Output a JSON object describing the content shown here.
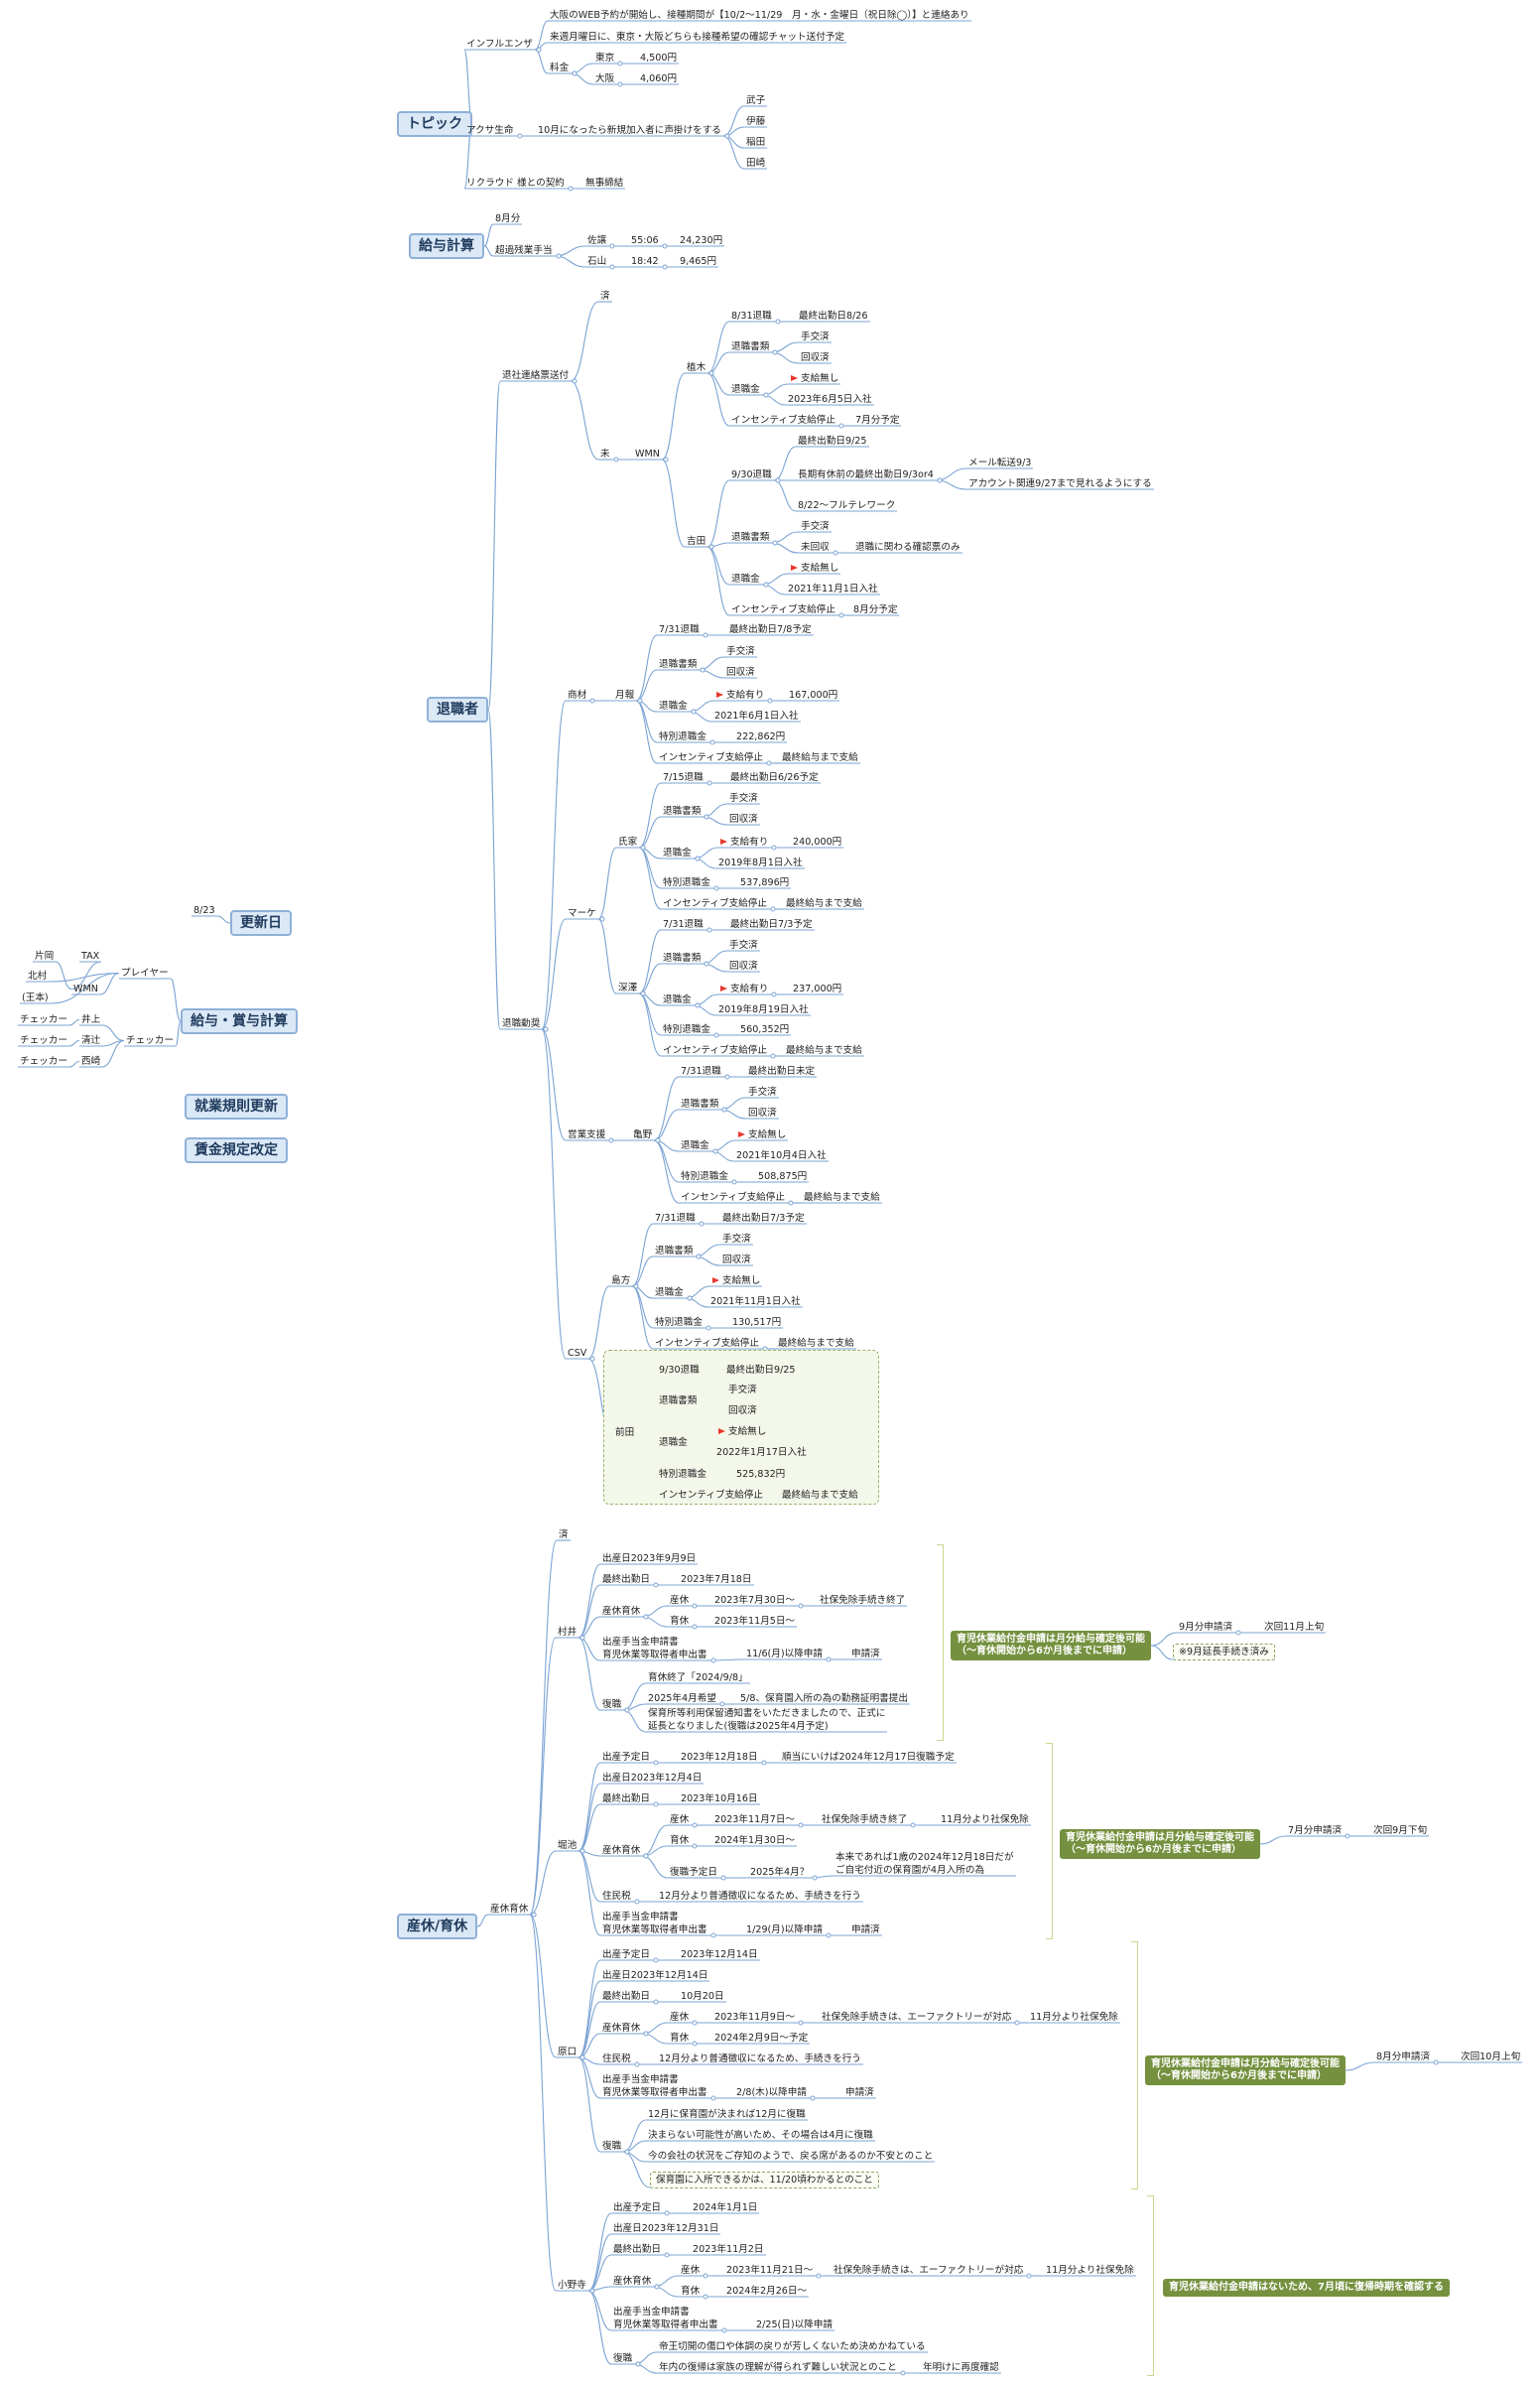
{
  "root": "労務",
  "colors": {
    "line": "#7ba3d3",
    "branch_fill": "#dbe8f6",
    "callout": "#75913f",
    "flag": "#e8382e",
    "group_fill": "#f4f8eb"
  },
  "icons": {
    "flag": "red-flag-icon",
    "dot": "connector-dot"
  },
  "nodes": [
    {
      "id": "topic",
      "text": "トピック",
      "style": "br"
    },
    {
      "id": "flu",
      "text": "インフルエンザ"
    },
    {
      "id": "flu1",
      "text": "大阪のWEB予約が開始し、接種期間が【10/2〜11/29　月・水・金曜日（祝日除◯）】と連絡あり"
    },
    {
      "id": "flu2",
      "text": "来週月曜日に、東京・大阪どちらも接種希望の確認チャット送付予定"
    },
    {
      "id": "fee",
      "text": "料金"
    },
    {
      "id": "tokyo",
      "text": "東京"
    },
    {
      "id": "tokyo_v",
      "text": "4,500円"
    },
    {
      "id": "osaka",
      "text": "大阪"
    },
    {
      "id": "osaka_v",
      "text": "4,060円"
    },
    {
      "id": "asahi",
      "text": "アクサ生命"
    },
    {
      "id": "asahi1",
      "text": "10月になったら新規加入者に声掛けをする"
    },
    {
      "id": "p1",
      "text": "武子"
    },
    {
      "id": "p2",
      "text": "伊藤"
    },
    {
      "id": "p3",
      "text": "稲田"
    },
    {
      "id": "p4",
      "text": "田崎"
    },
    {
      "id": "rec",
      "text": "リクラウド 様との契約"
    },
    {
      "id": "rec1",
      "text": "無事締結"
    },
    {
      "id": "pay",
      "text": "給与計算",
      "style": "br"
    },
    {
      "id": "pay_m",
      "text": "8月分"
    },
    {
      "id": "ot",
      "text": "超過残業手当"
    },
    {
      "id": "ot_a",
      "text": "佐譲"
    },
    {
      "id": "ot_a1",
      "text": "55:06"
    },
    {
      "id": "ot_a2",
      "text": "24,230円"
    },
    {
      "id": "ot_b",
      "text": "石山"
    },
    {
      "id": "ot_b1",
      "text": "18:42"
    },
    {
      "id": "ot_b2",
      "text": "9,465円"
    },
    {
      "id": "ret",
      "text": "退職者",
      "style": "br"
    },
    {
      "id": "send",
      "text": "退社連絡票送付"
    },
    {
      "id": "done",
      "text": "済"
    },
    {
      "id": "undone",
      "text": "未"
    },
    {
      "id": "wmn",
      "text": "WMN"
    },
    {
      "id": "tsuge",
      "text": "植木"
    },
    {
      "id": "ts1",
      "text": "8/31退職"
    },
    {
      "id": "ts1v",
      "text": "最終出勤日8/26"
    },
    {
      "id": "ts2",
      "text": "退職書類"
    },
    {
      "id": "ts2a",
      "text": "手交済"
    },
    {
      "id": "ts2b",
      "text": "回収済"
    },
    {
      "id": "ts3",
      "text": "退職金"
    },
    {
      "id": "ts3a",
      "text": "支給無し",
      "flag": true
    },
    {
      "id": "ts3b",
      "text": "2023年6月5日入社"
    },
    {
      "id": "ts4",
      "text": "インセンティブ支給停止"
    },
    {
      "id": "ts4v",
      "text": "7月分予定"
    },
    {
      "id": "yoshi",
      "text": "吉田"
    },
    {
      "id": "ys1",
      "text": "9/30退職"
    },
    {
      "id": "ys1a",
      "text": "最終出勤日9/25"
    },
    {
      "id": "ys1b",
      "text": "長期有休前の最終出勤日9/3or4"
    },
    {
      "id": "ys1b1",
      "text": "メール転送9/3"
    },
    {
      "id": "ys1b2",
      "text": "アカウント関連9/27まで見れるようにする"
    },
    {
      "id": "ys1c",
      "text": "8/22〜フルテレワーク"
    },
    {
      "id": "ys2",
      "text": "退職書類"
    },
    {
      "id": "ys2a",
      "text": "手交済"
    },
    {
      "id": "ys2b",
      "text": "未回収"
    },
    {
      "id": "ys2b1",
      "text": "退職に関わる確認票のみ"
    },
    {
      "id": "ys3",
      "text": "退職金"
    },
    {
      "id": "ys3a",
      "text": "支給無し",
      "flag": true
    },
    {
      "id": "ys3b",
      "text": "2021年11月1日入社"
    },
    {
      "id": "ys4",
      "text": "インセンティブ支給停止"
    },
    {
      "id": "ys4v",
      "text": "8月分予定"
    },
    {
      "id": "proc",
      "text": "退職動奨"
    },
    {
      "id": "mktg",
      "text": "商材"
    },
    {
      "id": "tsukiban",
      "text": "月報"
    },
    {
      "id": "tb1",
      "text": "7/31退職"
    },
    {
      "id": "tb1v",
      "text": "最終出勤日7/8予定"
    },
    {
      "id": "tb2",
      "text": "退職書類"
    },
    {
      "id": "tb2a",
      "text": "手交済"
    },
    {
      "id": "tb2b",
      "text": "回収済"
    },
    {
      "id": "tb3",
      "text": "退職金"
    },
    {
      "id": "tb3a",
      "text": "支給有り",
      "flag": true
    },
    {
      "id": "tb3av",
      "text": "167,000円"
    },
    {
      "id": "tb3b",
      "text": "2021年6月1日入社"
    },
    {
      "id": "tb4",
      "text": "特別退職金"
    },
    {
      "id": "tb4v",
      "text": "222,862円"
    },
    {
      "id": "tb5",
      "text": "インセンティブ支給停止"
    },
    {
      "id": "tb5v",
      "text": "最終給与まで支給"
    },
    {
      "id": "marke",
      "text": "マーケ"
    },
    {
      "id": "ujiie",
      "text": "氏家"
    },
    {
      "id": "uj1",
      "text": "7/15退職"
    },
    {
      "id": "uj1v",
      "text": "最終出勤日6/26予定"
    },
    {
      "id": "uj2",
      "text": "退職書類"
    },
    {
      "id": "uj2a",
      "text": "手交済"
    },
    {
      "id": "uj2b",
      "text": "回収済"
    },
    {
      "id": "uj3",
      "text": "退職金"
    },
    {
      "id": "uj3a",
      "text": "支給有り",
      "flag": true
    },
    {
      "id": "uj3av",
      "text": "240,000円"
    },
    {
      "id": "uj3b",
      "text": "2019年8月1日入社"
    },
    {
      "id": "uj4",
      "text": "特別退職金"
    },
    {
      "id": "uj4v",
      "text": "537,896円"
    },
    {
      "id": "uj5",
      "text": "インセンティブ支給停止"
    },
    {
      "id": "uj5v",
      "text": "最終給与まで支給"
    },
    {
      "id": "fukasawa",
      "text": "深澤"
    },
    {
      "id": "fk1",
      "text": "7/31退職"
    },
    {
      "id": "fk1v",
      "text": "最終出勤日7/3予定"
    },
    {
      "id": "fk2",
      "text": "退職書類"
    },
    {
      "id": "fk2a",
      "text": "手交済"
    },
    {
      "id": "fk2b",
      "text": "回収済"
    },
    {
      "id": "fk3",
      "text": "退職金"
    },
    {
      "id": "fk3a",
      "text": "支給有り",
      "flag": true
    },
    {
      "id": "fk3av",
      "text": "237,000円"
    },
    {
      "id": "fk3b",
      "text": "2019年8月19日入社"
    },
    {
      "id": "fk4",
      "text": "特別退職金"
    },
    {
      "id": "fk4v",
      "text": "560,352円"
    },
    {
      "id": "fk5",
      "text": "インセンティブ支給停止"
    },
    {
      "id": "fk5v",
      "text": "最終給与まで支給"
    },
    {
      "id": "eigyo",
      "text": "営業支援"
    },
    {
      "id": "kameno",
      "text": "亀野"
    },
    {
      "id": "km1",
      "text": "7/31退職"
    },
    {
      "id": "km1v",
      "text": "最終出勤日未定"
    },
    {
      "id": "km2",
      "text": "退職書類"
    },
    {
      "id": "km2a",
      "text": "手交済"
    },
    {
      "id": "km2b",
      "text": "回収済"
    },
    {
      "id": "km3",
      "text": "退職金"
    },
    {
      "id": "km3a",
      "text": "支給無し",
      "flag": true
    },
    {
      "id": "km3b",
      "text": "2021年10月4日入社"
    },
    {
      "id": "km4",
      "text": "特別退職金"
    },
    {
      "id": "km4v",
      "text": "508,875円"
    },
    {
      "id": "km5",
      "text": "インセンティブ支給停止"
    },
    {
      "id": "km5v",
      "text": "最終給与まで支給"
    },
    {
      "id": "csv",
      "text": "CSV"
    },
    {
      "id": "kasamatsu",
      "text": "島方"
    },
    {
      "id": "ks1",
      "text": "7/31退職"
    },
    {
      "id": "ks1v",
      "text": "最終出勤日7/3予定"
    },
    {
      "id": "ks2",
      "text": "退職書類"
    },
    {
      "id": "ks2a",
      "text": "手交済"
    },
    {
      "id": "ks2b",
      "text": "回収済"
    },
    {
      "id": "ks3",
      "text": "退職金"
    },
    {
      "id": "ks3a",
      "text": "支給無し",
      "flag": true
    },
    {
      "id": "ks3b",
      "text": "2021年11月1日入社"
    },
    {
      "id": "ks4",
      "text": "特別退職金"
    },
    {
      "id": "ks4v",
      "text": "130,517円"
    },
    {
      "id": "ks5",
      "text": "インセンティブ支給停止"
    },
    {
      "id": "ks5v",
      "text": "最終給与まで支給"
    },
    {
      "id": "maeda",
      "text": "前田"
    },
    {
      "id": "md1",
      "text": "9/30退職"
    },
    {
      "id": "md1v",
      "text": "最終出勤日9/25"
    },
    {
      "id": "md2",
      "text": "退職書類"
    },
    {
      "id": "md2a",
      "text": "手交済"
    },
    {
      "id": "md2b",
      "text": "回収済"
    },
    {
      "id": "md3",
      "text": "退職金"
    },
    {
      "id": "md3a",
      "text": "支給無し",
      "flag": true
    },
    {
      "id": "md3b",
      "text": "2022年1月17日入社"
    },
    {
      "id": "md4",
      "text": "特別退職金"
    },
    {
      "id": "md4v",
      "text": "525,832円"
    },
    {
      "id": "md5",
      "text": "インセンティブ支給停止"
    },
    {
      "id": "md5v",
      "text": "最終給与まで支給"
    },
    {
      "id": "upd",
      "text": "更新日",
      "style": "br"
    },
    {
      "id": "upd_v",
      "text": "8/23"
    },
    {
      "id": "bonus",
      "text": "給与・賞与計算",
      "style": "br"
    },
    {
      "id": "player",
      "text": "プレイヤー"
    },
    {
      "id": "pl_wmn",
      "text": "WMN"
    },
    {
      "id": "pl_tax",
      "text": "TAX"
    },
    {
      "id": "pl_kata",
      "text": "片岡"
    },
    {
      "id": "pl_kita",
      "text": "北村"
    },
    {
      "id": "pl_iwa",
      "text": "(王本)"
    },
    {
      "id": "checker",
      "text": "チェッカー"
    },
    {
      "id": "ch1",
      "text": "井上"
    },
    {
      "id": "ch1l",
      "text": "チェッカー"
    },
    {
      "id": "ch2",
      "text": "清辻"
    },
    {
      "id": "ch2l",
      "text": "チェッカー"
    },
    {
      "id": "ch3",
      "text": "西崎"
    },
    {
      "id": "ch3l",
      "text": "チェッカー"
    },
    {
      "id": "rules",
      "text": "就業規則更新",
      "style": "br"
    },
    {
      "id": "wage",
      "text": "賃金規定改定",
      "style": "br"
    },
    {
      "id": "leave",
      "text": "産休/育休",
      "style": "br"
    },
    {
      "id": "leave2",
      "text": "産休育休"
    },
    {
      "id": "l_done",
      "text": "済"
    },
    {
      "id": "murai",
      "text": "村井"
    },
    {
      "id": "mu1",
      "text": "出産日2023年9月9日"
    },
    {
      "id": "mu2",
      "text": "最終出勤日"
    },
    {
      "id": "mu2v",
      "text": "2023年7月18日"
    },
    {
      "id": "mu3",
      "text": "産休育休"
    },
    {
      "id": "mu3a",
      "text": "産休"
    },
    {
      "id": "mu3av",
      "text": "2023年7月30日〜"
    },
    {
      "id": "mu3av2",
      "text": "社保免除手続き終了"
    },
    {
      "id": "mu3b",
      "text": "育休"
    },
    {
      "id": "mu3bv",
      "text": "2023年11月5日〜"
    },
    {
      "id": "mu4",
      "text": "出産手当金申請書\n育児休業等取得者申出書"
    },
    {
      "id": "mu4v",
      "text": "11/6(月)以降申請"
    },
    {
      "id": "mu4v2",
      "text": "申請済"
    },
    {
      "id": "mu5",
      "text": "復職"
    },
    {
      "id": "mu5a",
      "text": "育休終了「2024/9/8」"
    },
    {
      "id": "mu5b",
      "text": "2025年4月希望"
    },
    {
      "id": "mu5bv",
      "text": "5/8、保育園入所の為の勤務証明書提出"
    },
    {
      "id": "mu5c",
      "text": "保育所等利用保留通知書をいただきましたので、正式に\n延長となりました(復職は2025年4月予定)"
    },
    {
      "id": "g1",
      "text": "育児休業給付金申請は月分給与確定後可能\n（〜育休開始から6か月後までに申請）",
      "style": "gb"
    },
    {
      "id": "g1a",
      "text": "9月分申請済"
    },
    {
      "id": "g1av",
      "text": "次回11月上旬"
    },
    {
      "id": "g1b",
      "text": "※9月延長手続き済み",
      "box": true
    },
    {
      "id": "horiike",
      "text": "堀池"
    },
    {
      "id": "hr1",
      "text": "出産予定日"
    },
    {
      "id": "hr1v",
      "text": "2023年12月18日"
    },
    {
      "id": "hr1v2",
      "text": "順当にいけば2024年12月17日復職予定"
    },
    {
      "id": "hr2",
      "text": "出産日2023年12月4日"
    },
    {
      "id": "hr3",
      "text": "最終出勤日"
    },
    {
      "id": "hr3v",
      "text": "2023年10月16日"
    },
    {
      "id": "hr4",
      "text": "産休育休"
    },
    {
      "id": "hr4a",
      "text": "産休"
    },
    {
      "id": "hr4av",
      "text": "2023年11月7日〜"
    },
    {
      "id": "hr4av2",
      "text": "社保免除手続き終了"
    },
    {
      "id": "hr4av3",
      "text": "11月分より社保免除"
    },
    {
      "id": "hr4b",
      "text": "育休"
    },
    {
      "id": "hr4bv",
      "text": "2024年1月30日〜"
    },
    {
      "id": "hr4c",
      "text": "復職予定日"
    },
    {
      "id": "hr4cv",
      "text": "2025年4月？"
    },
    {
      "id": "hr4cv2",
      "text": "本来であれば1歳の2024年12月18日だが\nご自宅付近の保育園が4月入所の為"
    },
    {
      "id": "hr5",
      "text": "住民税"
    },
    {
      "id": "hr5v",
      "text": "12月分より普通徴収になるため、手続きを行う"
    },
    {
      "id": "hr6",
      "text": "出産手当金申請書\n育児休業等取得者申出書"
    },
    {
      "id": "hr6v",
      "text": "1/29(月)以降申請"
    },
    {
      "id": "hr6v2",
      "text": "申請済"
    },
    {
      "id": "g2",
      "text": "育児休業給付金申請は月分給与確定後可能\n（〜育休開始から6か月後までに申請）",
      "style": "gb"
    },
    {
      "id": "g2a",
      "text": "7月分申請済"
    },
    {
      "id": "g2av",
      "text": "次回9月下旬"
    },
    {
      "id": "haraguchi",
      "text": "原口"
    },
    {
      "id": "hg1",
      "text": "出産予定日"
    },
    {
      "id": "hg1v",
      "text": "2023年12月14日"
    },
    {
      "id": "hg2",
      "text": "出産日2023年12月14日"
    },
    {
      "id": "hg3",
      "text": "最終出勤日"
    },
    {
      "id": "hg3v",
      "text": "10月20日"
    },
    {
      "id": "hg4",
      "text": "産休育休"
    },
    {
      "id": "hg4a",
      "text": "産休"
    },
    {
      "id": "hg4av",
      "text": "2023年11月9日〜"
    },
    {
      "id": "hg4av2",
      "text": "社保免除手続きは、エーファクトリーが対応"
    },
    {
      "id": "hg4av3",
      "text": "11月分より社保免除"
    },
    {
      "id": "hg4b",
      "text": "育休"
    },
    {
      "id": "hg4bv",
      "text": "2024年2月9日〜予定"
    },
    {
      "id": "hg5",
      "text": "住民税"
    },
    {
      "id": "hg5v",
      "text": "12月分より普通徴収になるため、手続きを行う"
    },
    {
      "id": "hg6",
      "text": "出産手当金申請書\n育児休業等取得者申出書"
    },
    {
      "id": "hg6v",
      "text": "2/8(木)以降申請"
    },
    {
      "id": "hg6v2",
      "text": "申請済"
    },
    {
      "id": "hg7",
      "text": "復職"
    },
    {
      "id": "hg7a",
      "text": "12月に保育園が決まれば12月に復職"
    },
    {
      "id": "hg7b",
      "text": "決まらない可能性が高いため、その場合は4月に復職"
    },
    {
      "id": "hg7c",
      "text": "今の会社の状況をご存知のようで、戻る席があるのか不安とのこと"
    },
    {
      "id": "hg7d",
      "text": "保育園に入所できるかは、11/20頃わかるとのこと",
      "box": true
    },
    {
      "id": "g3",
      "text": "育児休業給付金申請は月分給与確定後可能\n（〜育休開始から6か月後までに申請）",
      "style": "gb"
    },
    {
      "id": "g3a",
      "text": "8月分申請済"
    },
    {
      "id": "g3av",
      "text": "次回10月上旬"
    },
    {
      "id": "onodera",
      "text": "小野寺"
    },
    {
      "id": "on1",
      "text": "出産予定日"
    },
    {
      "id": "on1v",
      "text": "2024年1月1日"
    },
    {
      "id": "on2",
      "text": "出産日2023年12月31日"
    },
    {
      "id": "on3",
      "text": "最終出勤日"
    },
    {
      "id": "on3v",
      "text": "2023年11月2日"
    },
    {
      "id": "on4",
      "text": "産休育休"
    },
    {
      "id": "on4a",
      "text": "産休"
    },
    {
      "id": "on4av",
      "text": "2023年11月21日〜"
    },
    {
      "id": "on4av2",
      "text": "社保免除手続きは、エーファクトリーが対応"
    },
    {
      "id": "on4av3",
      "text": "11月分より社保免除"
    },
    {
      "id": "on4b",
      "text": "育休"
    },
    {
      "id": "on4bv",
      "text": "2024年2月26日〜"
    },
    {
      "id": "on5",
      "text": "出産手当金申請書\n育児休業等取得者申出書"
    },
    {
      "id": "on5v",
      "text": "2/25(日)以降申請"
    },
    {
      "id": "on6",
      "text": "復職"
    },
    {
      "id": "on6a",
      "text": "帝王切開の傷口や体調の戻りが芳しくないため決めかねている"
    },
    {
      "id": "on6b",
      "text": "年内の復帰は家族の理解が得られず難しい状況とのこと"
    },
    {
      "id": "on6bv",
      "text": "年明けに再度確認"
    },
    {
      "id": "g4",
      "text": "育児休業給付金申請はないため、7月頃に復帰時期を確認する",
      "style": "gb"
    }
  ]
}
